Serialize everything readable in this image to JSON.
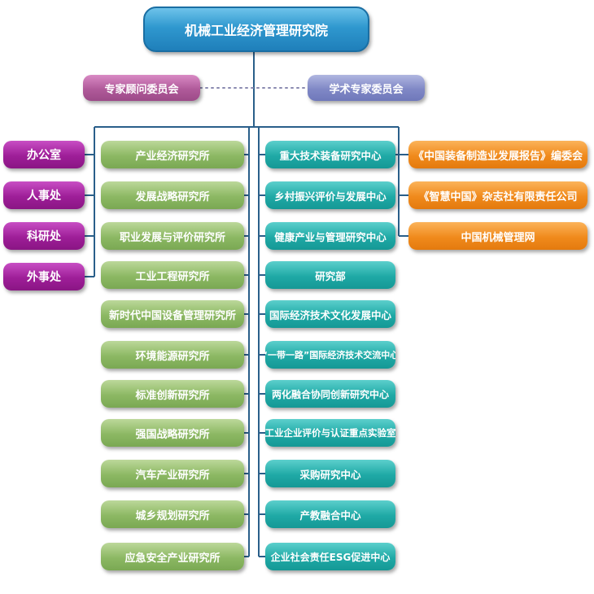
{
  "root": {
    "label": "机械工业经济管理研究院"
  },
  "committees": [
    {
      "label": "专家顾问委员会"
    },
    {
      "label": "学术专家委员会"
    }
  ],
  "departments": [
    {
      "label": "办公室"
    },
    {
      "label": "人事处"
    },
    {
      "label": "科研处"
    },
    {
      "label": "外事处"
    }
  ],
  "institutes": [
    {
      "label": "产业经济研究所"
    },
    {
      "label": "发展战略研究所"
    },
    {
      "label": "职业发展与评价研究所"
    },
    {
      "label": "工业工程研究所"
    },
    {
      "label": "新时代中国设备管理研究所"
    },
    {
      "label": "环境能源研究所"
    },
    {
      "label": "标准创新研究所"
    },
    {
      "label": "强国战略研究所"
    },
    {
      "label": "汽车产业研究所"
    },
    {
      "label": "城乡规划研究所"
    },
    {
      "label": "应急安全产业研究所"
    }
  ],
  "centers": [
    {
      "label": "重大技术装备研究中心"
    },
    {
      "label": "乡村振兴评价与发展中心"
    },
    {
      "label": "健康产业与管理研究中心"
    },
    {
      "label": "研究部"
    },
    {
      "label": "国际经济技术文化发展中心"
    },
    {
      "label": "“一带一路”国际经济技术交流中心"
    },
    {
      "label": "两化融合协同创新研究中心"
    },
    {
      "label": "工业企业评价与认证重点实验室"
    },
    {
      "label": "采购研究中心"
    },
    {
      "label": "产教融合中心"
    },
    {
      "label": "企业社会责任ESG促进中心"
    }
  ],
  "publications": [
    {
      "label": "《中国装备制造业发展报告》编委会"
    },
    {
      "label": "《智慧中国》杂志社有限责任公司"
    },
    {
      "label": "中国机械管理网"
    }
  ]
}
